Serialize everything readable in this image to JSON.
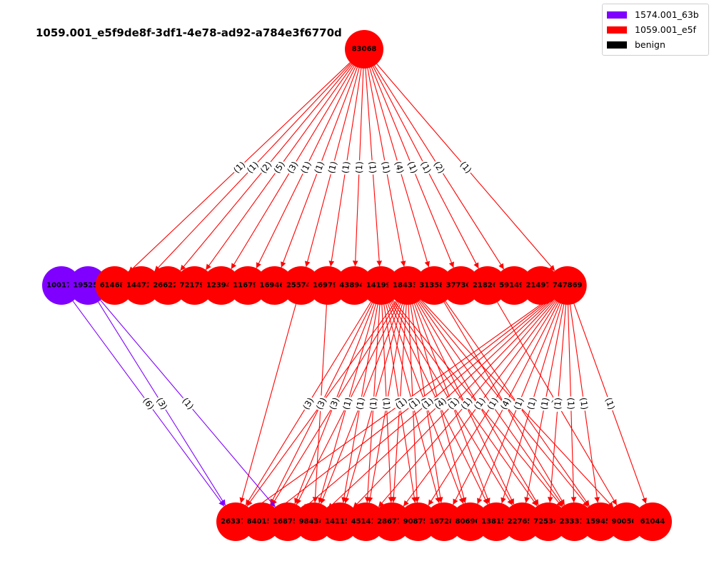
{
  "title": "1059.001_e5f9de8f-3df1-4e78-ad92-a784e3f6770d",
  "colors": {
    "purple": "#8000ff",
    "red": "#ff0000",
    "benign": "#000000"
  },
  "legend": [
    {
      "label": "1574.001_63b",
      "color": "#8000ff"
    },
    {
      "label": "1059.001_e5f",
      "color": "#ff0000"
    },
    {
      "label": "benign",
      "color": "#000000"
    }
  ],
  "nodes": {
    "root": [
      {
        "id": "83068",
        "color": "red"
      }
    ],
    "middle": [
      {
        "id": "100175",
        "color": "purple"
      },
      {
        "id": "195256",
        "color": "purple"
      },
      {
        "id": "614684",
        "color": "red"
      },
      {
        "id": "144724",
        "color": "red"
      },
      {
        "id": "266227",
        "color": "red"
      },
      {
        "id": "721790",
        "color": "red"
      },
      {
        "id": "123941",
        "color": "red"
      },
      {
        "id": "116790",
        "color": "red"
      },
      {
        "id": "169462",
        "color": "red"
      },
      {
        "id": "255741",
        "color": "red"
      },
      {
        "id": "169794",
        "color": "red"
      },
      {
        "id": "438940",
        "color": "red"
      },
      {
        "id": "141993",
        "color": "red"
      },
      {
        "id": "184339",
        "color": "red"
      },
      {
        "id": "313588",
        "color": "red"
      },
      {
        "id": "377303",
        "color": "red"
      },
      {
        "id": "218268",
        "color": "red"
      },
      {
        "id": "591490",
        "color": "red"
      },
      {
        "id": "214977",
        "color": "red"
      },
      {
        "id": "747869",
        "color": "red"
      }
    ],
    "bottom": [
      {
        "id": "263370",
        "color": "red"
      },
      {
        "id": "840150",
        "color": "red"
      },
      {
        "id": "168759",
        "color": "red"
      },
      {
        "id": "984347",
        "color": "red"
      },
      {
        "id": "141157",
        "color": "red"
      },
      {
        "id": "451412",
        "color": "red"
      },
      {
        "id": "286776",
        "color": "red"
      },
      {
        "id": "908754",
        "color": "red"
      },
      {
        "id": "167288",
        "color": "red"
      },
      {
        "id": "806906",
        "color": "red"
      },
      {
        "id": "138155",
        "color": "red"
      },
      {
        "id": "227657",
        "color": "red"
      },
      {
        "id": "725348",
        "color": "red"
      },
      {
        "id": "233312",
        "color": "red"
      },
      {
        "id": "159459",
        "color": "red"
      },
      {
        "id": "900501",
        "color": "red"
      },
      {
        "id": "61044",
        "color": "red"
      }
    ]
  },
  "edges_root_to_middle": [
    {
      "to": "614684",
      "label": "(1)"
    },
    {
      "to": "144724",
      "label": "(1)"
    },
    {
      "to": "266227",
      "label": "(2)"
    },
    {
      "to": "721790",
      "label": "(5)"
    },
    {
      "to": "123941",
      "label": "(3)"
    },
    {
      "to": "116790",
      "label": "(1)"
    },
    {
      "to": "169462",
      "label": "(1)"
    },
    {
      "to": "255741",
      "label": "(1)"
    },
    {
      "to": "169794",
      "label": "(1)"
    },
    {
      "to": "438940",
      "label": "(1)"
    },
    {
      "to": "141993",
      "label": "(1)"
    },
    {
      "to": "184339",
      "label": "(1)"
    },
    {
      "to": "313588",
      "label": "(4)"
    },
    {
      "to": "377303",
      "label": "(1)"
    },
    {
      "to": "218268",
      "label": "(1)"
    },
    {
      "to": "591490",
      "label": "(2)"
    },
    {
      "to": "747869",
      "label": "(1)"
    }
  ],
  "edges_purple_to_bottom": [
    {
      "from": "100175",
      "to": "263370",
      "label": "(6)"
    },
    {
      "from": "195256",
      "to": "263370",
      "label": "(3)"
    },
    {
      "from": "195256",
      "to": "168759",
      "label": "(1)"
    }
  ],
  "edges_middle_to_bottom": [
    {
      "from": "255741",
      "to": "263370"
    },
    {
      "from": "169794",
      "to": "984347"
    },
    {
      "from": "141993",
      "to": "263370",
      "label": "(3)"
    },
    {
      "from": "141993",
      "to": "840150",
      "label": "(3)"
    },
    {
      "from": "141993",
      "to": "168759",
      "label": "(3)"
    },
    {
      "from": "141993",
      "to": "984347",
      "label": "(1)"
    },
    {
      "from": "141993",
      "to": "141157",
      "label": "(1)"
    },
    {
      "from": "141993",
      "to": "451412",
      "label": "(1)"
    },
    {
      "from": "141993",
      "to": "286776",
      "label": "(1)"
    },
    {
      "from": "141993",
      "to": "908754",
      "label": "(1)"
    },
    {
      "from": "141993",
      "to": "167288",
      "label": "(1)"
    },
    {
      "from": "141993",
      "to": "806906",
      "label": "(1)"
    },
    {
      "from": "141993",
      "to": "138155",
      "label": "(1)"
    },
    {
      "from": "141993",
      "to": "227657",
      "label": "(3)"
    },
    {
      "from": "141993",
      "to": "725348"
    },
    {
      "from": "141993",
      "to": "233312"
    },
    {
      "from": "184339",
      "to": "263370"
    },
    {
      "from": "184339",
      "to": "840150"
    },
    {
      "from": "184339",
      "to": "168759"
    },
    {
      "from": "184339",
      "to": "984347"
    },
    {
      "from": "184339",
      "to": "141157"
    },
    {
      "from": "184339",
      "to": "451412"
    },
    {
      "from": "184339",
      "to": "286776"
    },
    {
      "from": "184339",
      "to": "908754"
    },
    {
      "from": "184339",
      "to": "167288"
    },
    {
      "from": "184339",
      "to": "806906"
    },
    {
      "from": "184339",
      "to": "138155"
    },
    {
      "from": "184339",
      "to": "227657"
    },
    {
      "from": "184339",
      "to": "725348"
    },
    {
      "from": "184339",
      "to": "233312"
    },
    {
      "from": "184339",
      "to": "159459"
    },
    {
      "from": "184339",
      "to": "900501"
    },
    {
      "from": "313588",
      "to": "233312"
    },
    {
      "from": "313588",
      "to": "159459"
    },
    {
      "from": "218268",
      "to": "900501",
      "label": "(1)"
    },
    {
      "from": "747869",
      "to": "263370",
      "label": "(1)"
    },
    {
      "from": "747869",
      "to": "840150",
      "label": "(1)"
    },
    {
      "from": "747869",
      "to": "168759",
      "label": "(1)"
    },
    {
      "from": "747869",
      "to": "984347",
      "label": "(4)"
    },
    {
      "from": "747869",
      "to": "141157",
      "label": "(1)"
    },
    {
      "from": "747869",
      "to": "451412",
      "label": "(1)"
    },
    {
      "from": "747869",
      "to": "286776",
      "label": "(1)"
    },
    {
      "from": "747869",
      "to": "908754",
      "label": "(1)"
    },
    {
      "from": "747869",
      "to": "167288",
      "label": "(4)"
    },
    {
      "from": "747869",
      "to": "806906",
      "label": "(1)"
    },
    {
      "from": "747869",
      "to": "138155",
      "label": "(1)"
    },
    {
      "from": "747869",
      "to": "227657",
      "label": "(1)"
    },
    {
      "from": "747869",
      "to": "725348",
      "label": "(1)"
    },
    {
      "from": "747869",
      "to": "233312",
      "label": "(1)"
    },
    {
      "from": "747869",
      "to": "159459",
      "label": "(1)"
    },
    {
      "from": "747869",
      "to": "61044",
      "label": "(1)"
    }
  ]
}
